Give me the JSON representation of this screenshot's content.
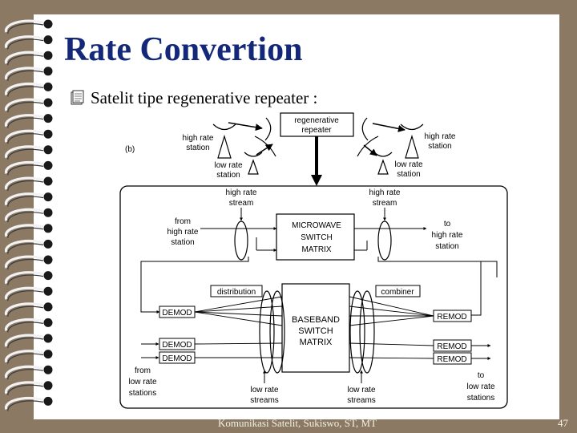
{
  "slide": {
    "title": "Rate Convertion",
    "bullet": "Satelit tipe regenerative repeater :",
    "footer": "Komunikasi Satelit, Sukiswo, ST, MT",
    "page_number": "47"
  },
  "diagram": {
    "panel_label": "(b)",
    "satellite_l1": "regenerative",
    "satellite_l2": "repeater",
    "station_hr_left_1": "high rate",
    "station_hr_left_2": "station",
    "station_lr_left_1": "low rate",
    "station_lr_left_2": "station",
    "station_hr_right_1": "high rate",
    "station_hr_right_2": "station",
    "station_lr_right_1": "low rate",
    "station_lr_right_2": "station",
    "hr_stream_left_1": "high rate",
    "hr_stream_left_2": "stream",
    "hr_stream_right_1": "high rate",
    "hr_stream_right_2": "stream",
    "from_hr_1": "from",
    "from_hr_2": "high rate",
    "from_hr_3": "station",
    "to_hr_1": "to",
    "to_hr_2": "high rate",
    "to_hr_3": "station",
    "mw_1": "MICROWAVE",
    "mw_2": "SWITCH",
    "mw_3": "MATRIX",
    "distribution": "distribution",
    "combiner": "combiner",
    "bb_1": "BASEBAND",
    "bb_2": "SWITCH",
    "bb_3": "MATRIX",
    "demod": "DEMOD",
    "remod": "REMOD",
    "from_lr_1": "from",
    "from_lr_2": "low rate",
    "from_lr_3": "stations",
    "to_lr_1": "to",
    "to_lr_2": "low rate",
    "to_lr_3": "stations",
    "lr_stream_left_1": "low rate",
    "lr_stream_left_2": "streams",
    "lr_stream_right_1": "low rate",
    "lr_stream_right_2": "streams"
  }
}
